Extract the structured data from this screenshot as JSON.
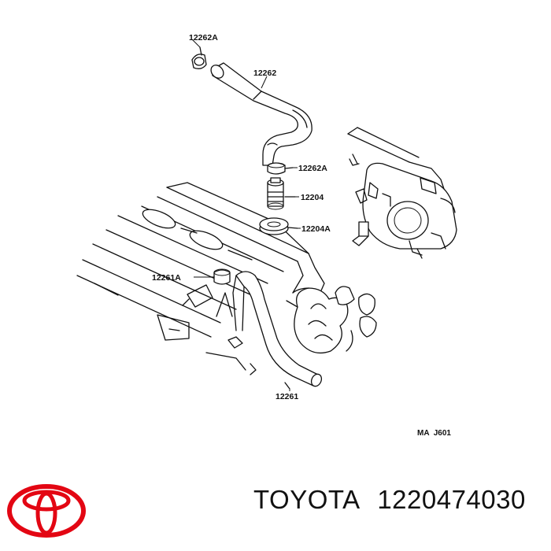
{
  "callouts": {
    "clamp_top": "12262A",
    "hose_top": "12262",
    "clamp_mid": "12262A",
    "valve": "12204",
    "grommet": "12204A",
    "clamp_low": "12261A",
    "hose_low": "12261"
  },
  "diagram_code": "MA  J601",
  "brand": {
    "name": "TOYOTA",
    "part_number": "1220474030",
    "logo_icon": "toyota-logo",
    "logo_color": "#e30613"
  }
}
